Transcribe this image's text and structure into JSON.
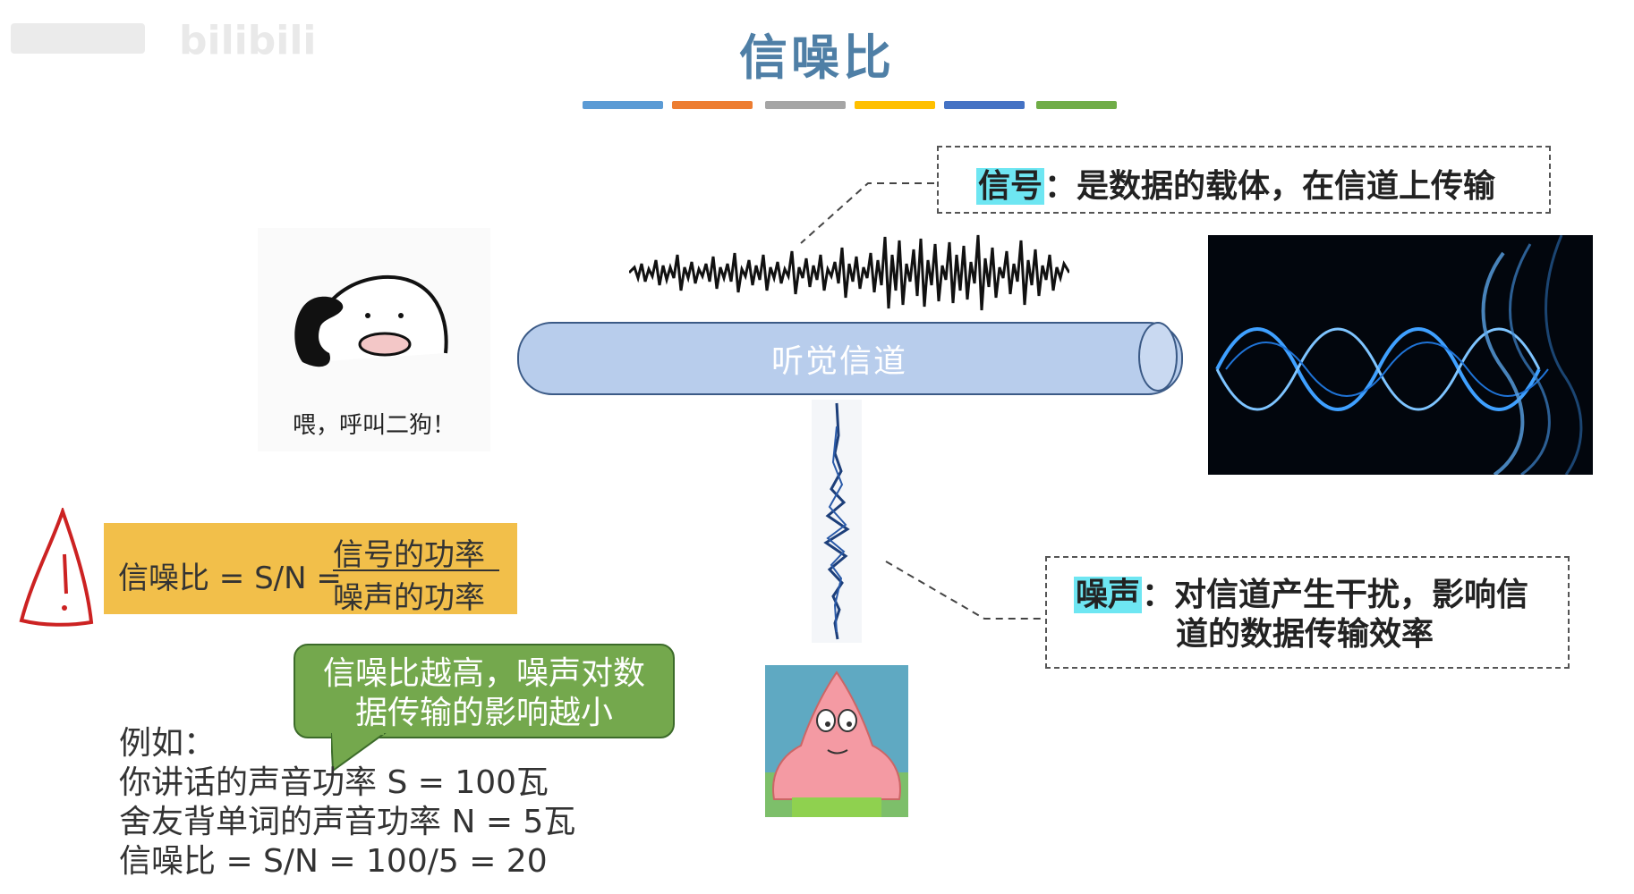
{
  "page": {
    "title": "信噪比",
    "watermark": "bilibili"
  },
  "palette": {
    "bar_colors": [
      "#5b9bd5",
      "#ed7d31",
      "#a5a5a5",
      "#ffc000",
      "#4472c4",
      "#70ad47"
    ]
  },
  "signal_def": {
    "term": "信号",
    "text": "：是数据的载体，在信道上传输"
  },
  "noise_def": {
    "term": "噪声",
    "text_line1": "：对信道产生干扰，影响信",
    "text_line2": "道的数据传输效率"
  },
  "channel": {
    "label": "听觉信道"
  },
  "caller": {
    "caption": "喂，呼叫二狗！"
  },
  "formula": {
    "lhs": "信噪比 = S/N =",
    "numerator": "信号的功率",
    "denominator": "噪声的功率"
  },
  "bubble": {
    "line1": "信噪比越高，噪声对数",
    "line2": "据传输的影响越小"
  },
  "example": {
    "heading": "例如：",
    "line1": "你讲话的声音功率 S = 100瓦",
    "line2": "舍友背单词的声音功率 N = 5瓦",
    "line3": "信噪比 = S/N = 100/5 = 20"
  },
  "icons": {
    "warning": "warning-triangle-icon",
    "signal_wave": "signal-waveform",
    "noise_wave": "noise-waveform",
    "ear_image": "ear-sound-wave-image",
    "character_image": "patrick-star-image",
    "caller_image": "caller-cartoon-image"
  }
}
